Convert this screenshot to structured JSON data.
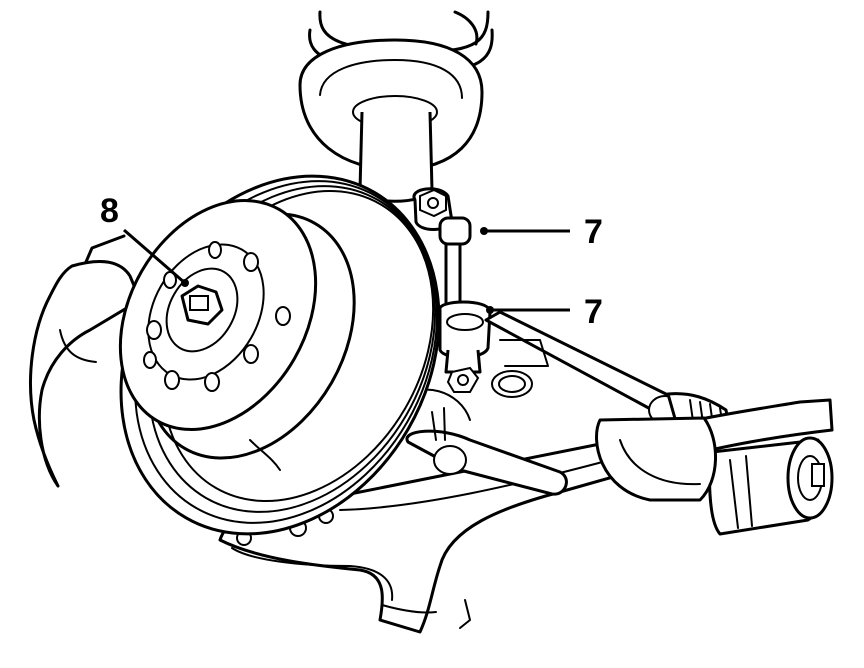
{
  "callouts": [
    {
      "id": "callout-7-upper",
      "text": "7"
    },
    {
      "id": "callout-7-lower",
      "text": "7"
    },
    {
      "id": "callout-8",
      "text": "8"
    }
  ],
  "colors": {
    "line": "#000000",
    "background": "#ffffff"
  }
}
